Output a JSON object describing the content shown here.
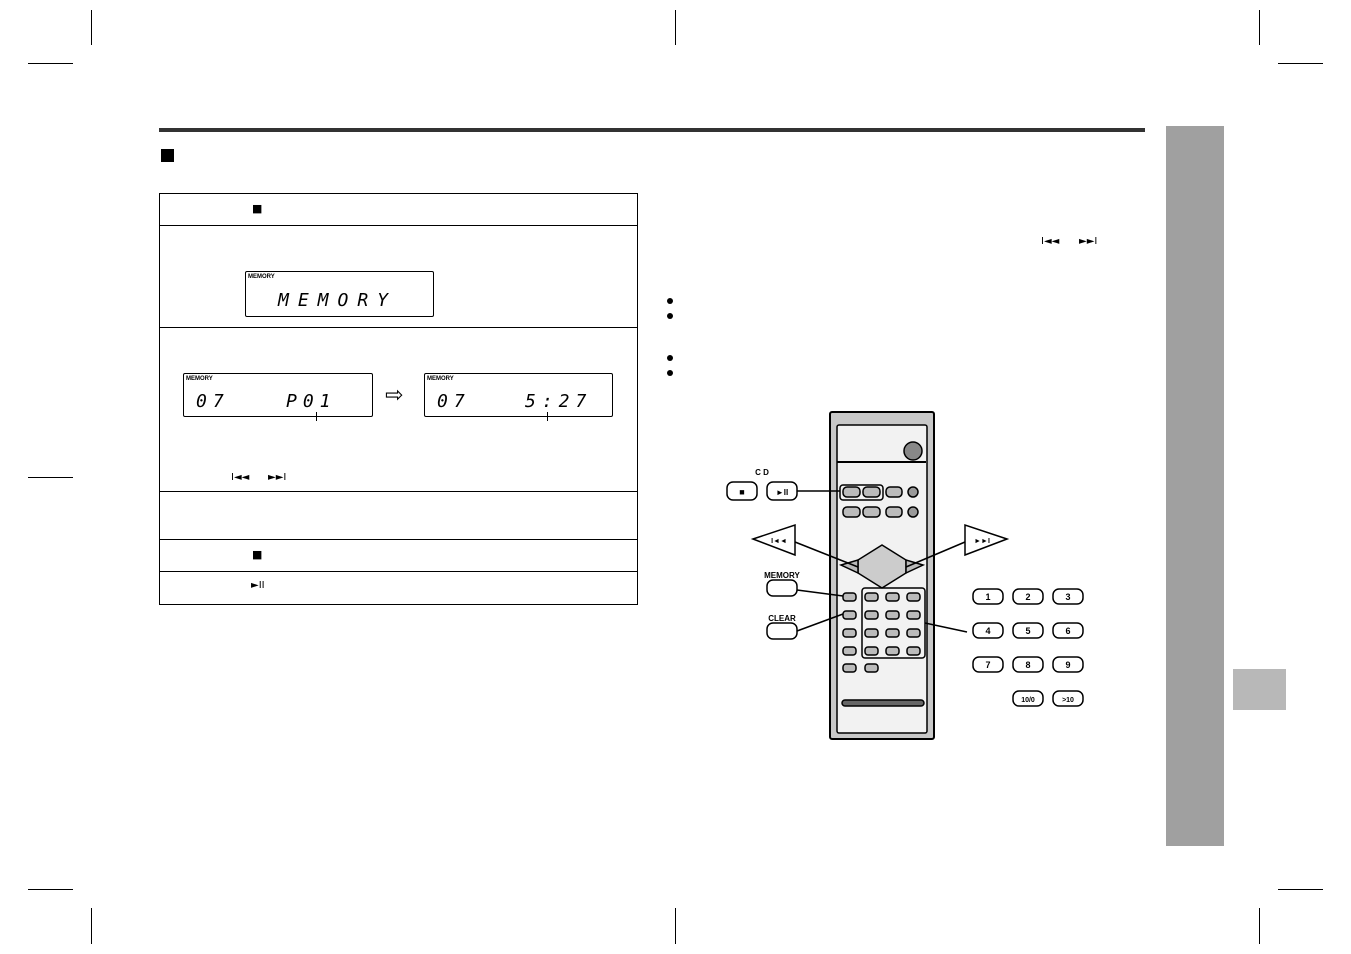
{
  "displays": {
    "memory_lcd": {
      "tag": "MEMORY",
      "text": "MEMORY"
    },
    "lcd_left": {
      "tag": "MEMORY",
      "track": "07",
      "value": "P01"
    },
    "lcd_right": {
      "tag": "MEMORY",
      "track": "07",
      "value": "5:27"
    }
  },
  "remote": {
    "cd_label": "C D",
    "memory_label": "MEMORY",
    "clear_label": "CLEAR",
    "numbers": [
      "1",
      "2",
      "3",
      "4",
      "5",
      "6",
      "7",
      "8",
      "9",
      "10/0",
      ">10"
    ]
  },
  "icons": {
    "stop": "■",
    "play_pause": "►II",
    "skip_back": "I◄◄",
    "skip_fwd": "►►I",
    "arrow_right": "⇨"
  }
}
